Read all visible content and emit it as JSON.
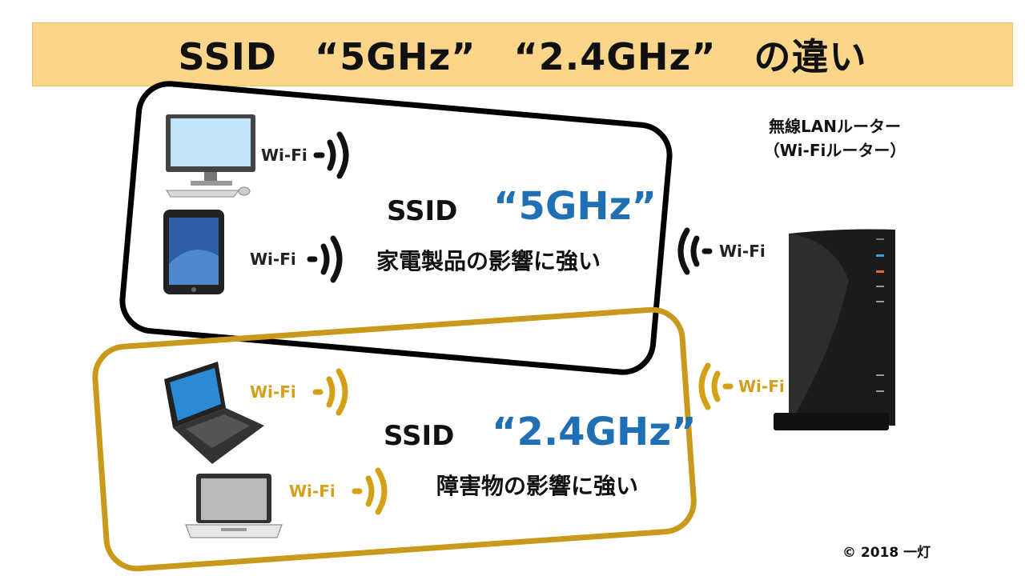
{
  "title": "SSID　“5GHz”　“2.4GHz”　の違い",
  "router": {
    "line1": "無線LANルーター",
    "line2": "（Wi-Fiルーター）"
  },
  "wifi_label": "Wi-Fi",
  "group_5ghz": {
    "ssid": "SSID",
    "freq": "“5GHz”",
    "desc": "家電製品の影響に強い",
    "color": "#111111"
  },
  "group_24ghz": {
    "ssid": "SSID",
    "freq": "“2.4GHz”",
    "desc": "障害物の影響に強い",
    "color": "#c8991a"
  },
  "accent_blue": "#1f6fb5",
  "copyright": "© 2018 一灯"
}
